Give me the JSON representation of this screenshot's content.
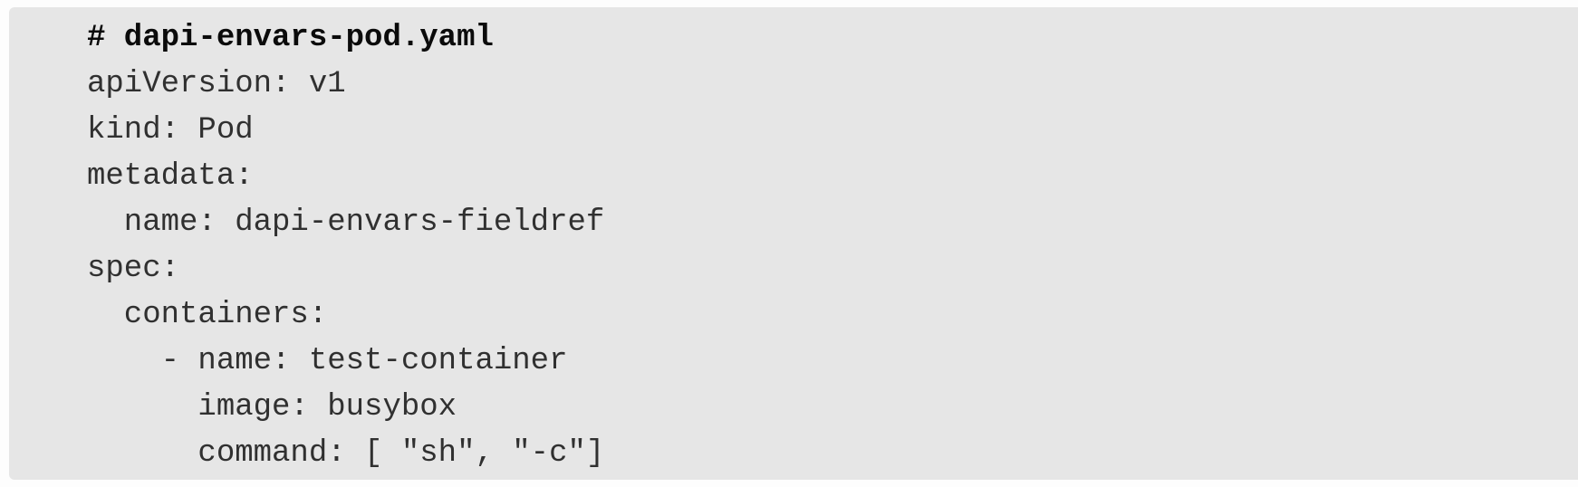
{
  "code_block": {
    "language": "yaml",
    "filename_comment": "# dapi-envars-pod.yaml",
    "colors": {
      "block_background": "#e6e6e6",
      "page_background": "#fdfdfd",
      "code_text": "#303030",
      "comment_text": "#0b0b0b"
    },
    "lines": [
      {
        "text": "# dapi-envars-pod.yaml",
        "style": "comment-bold"
      },
      {
        "text": "apiVersion: v1",
        "style": "plain"
      },
      {
        "text": "kind: Pod",
        "style": "plain"
      },
      {
        "text": "metadata:",
        "style": "plain"
      },
      {
        "text": "  name: dapi-envars-fieldref",
        "style": "plain"
      },
      {
        "text": "spec:",
        "style": "plain"
      },
      {
        "text": "  containers:",
        "style": "plain"
      },
      {
        "text": "    - name: test-container",
        "style": "plain"
      },
      {
        "text": "      image: busybox",
        "style": "plain"
      },
      {
        "text": "      command: [ \"sh\", \"-c\"]",
        "style": "plain"
      }
    ]
  }
}
